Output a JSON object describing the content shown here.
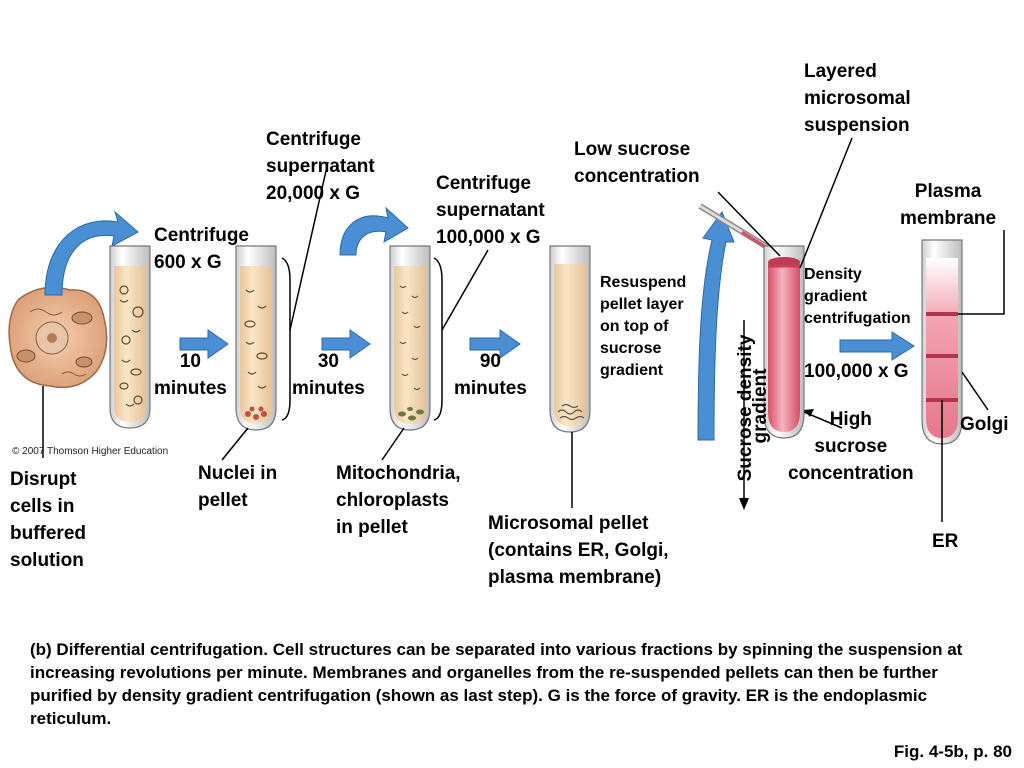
{
  "labels": {
    "layered": "Layered\nmicrosomal\nsuspension",
    "low_sucrose": "Low sucrose\nconcentration",
    "plasma_membrane": "Plasma\nmembrane",
    "centrifuge_20000": "Centrifuge\nsupernatant\n20,000 x G",
    "centrifuge_100000": "Centrifuge\nsupernatant\n100,000 x G",
    "centrifuge_600": "Centrifuge\n600 x G",
    "resuspend": "Resuspend\npellet layer\non top of\nsucrose\ngradient",
    "density_gradient": "Density\ngradient\ncentrifugation",
    "sucrose_density": "Sucrose density",
    "gradient": "gradient",
    "g100000": "100,000 x G",
    "high_sucrose": "High\nsucrose\nconcentration",
    "golgi": "Golgi",
    "er": "ER",
    "min10": "10\nminutes",
    "min30": "30\nminutes",
    "min90": "90\nminutes",
    "copyright": "© 2007 Thomson Higher Education",
    "disrupt": "Disrupt\ncells in\nbuffered\nsolution",
    "nuclei": "Nuclei in\npellet",
    "mito": "Mitochondria,\nchloroplasts\nin pellet",
    "microsomal": "Microsomal pellet\n(contains ER, Golgi,\nplasma membrane)"
  },
  "caption": "(b) Differential centrifugation. Cell structures can be separated into various fractions by spinning the suspension at increasing revolutions per minute. Membranes and organelles from the re-suspended pellets can then be further purified by density gradient centrifugation (shown as last step). G is the force of gravity. ER is the endoplasmic reticulum.",
  "fig_ref": "Fig. 4-5b, p. 80",
  "colors": {
    "arrow_blue": "#4a8fd4",
    "tube_fluid": "#f4d9b4",
    "gradient_pink": "#e0607a",
    "cell_fill": "#e9b38f"
  }
}
